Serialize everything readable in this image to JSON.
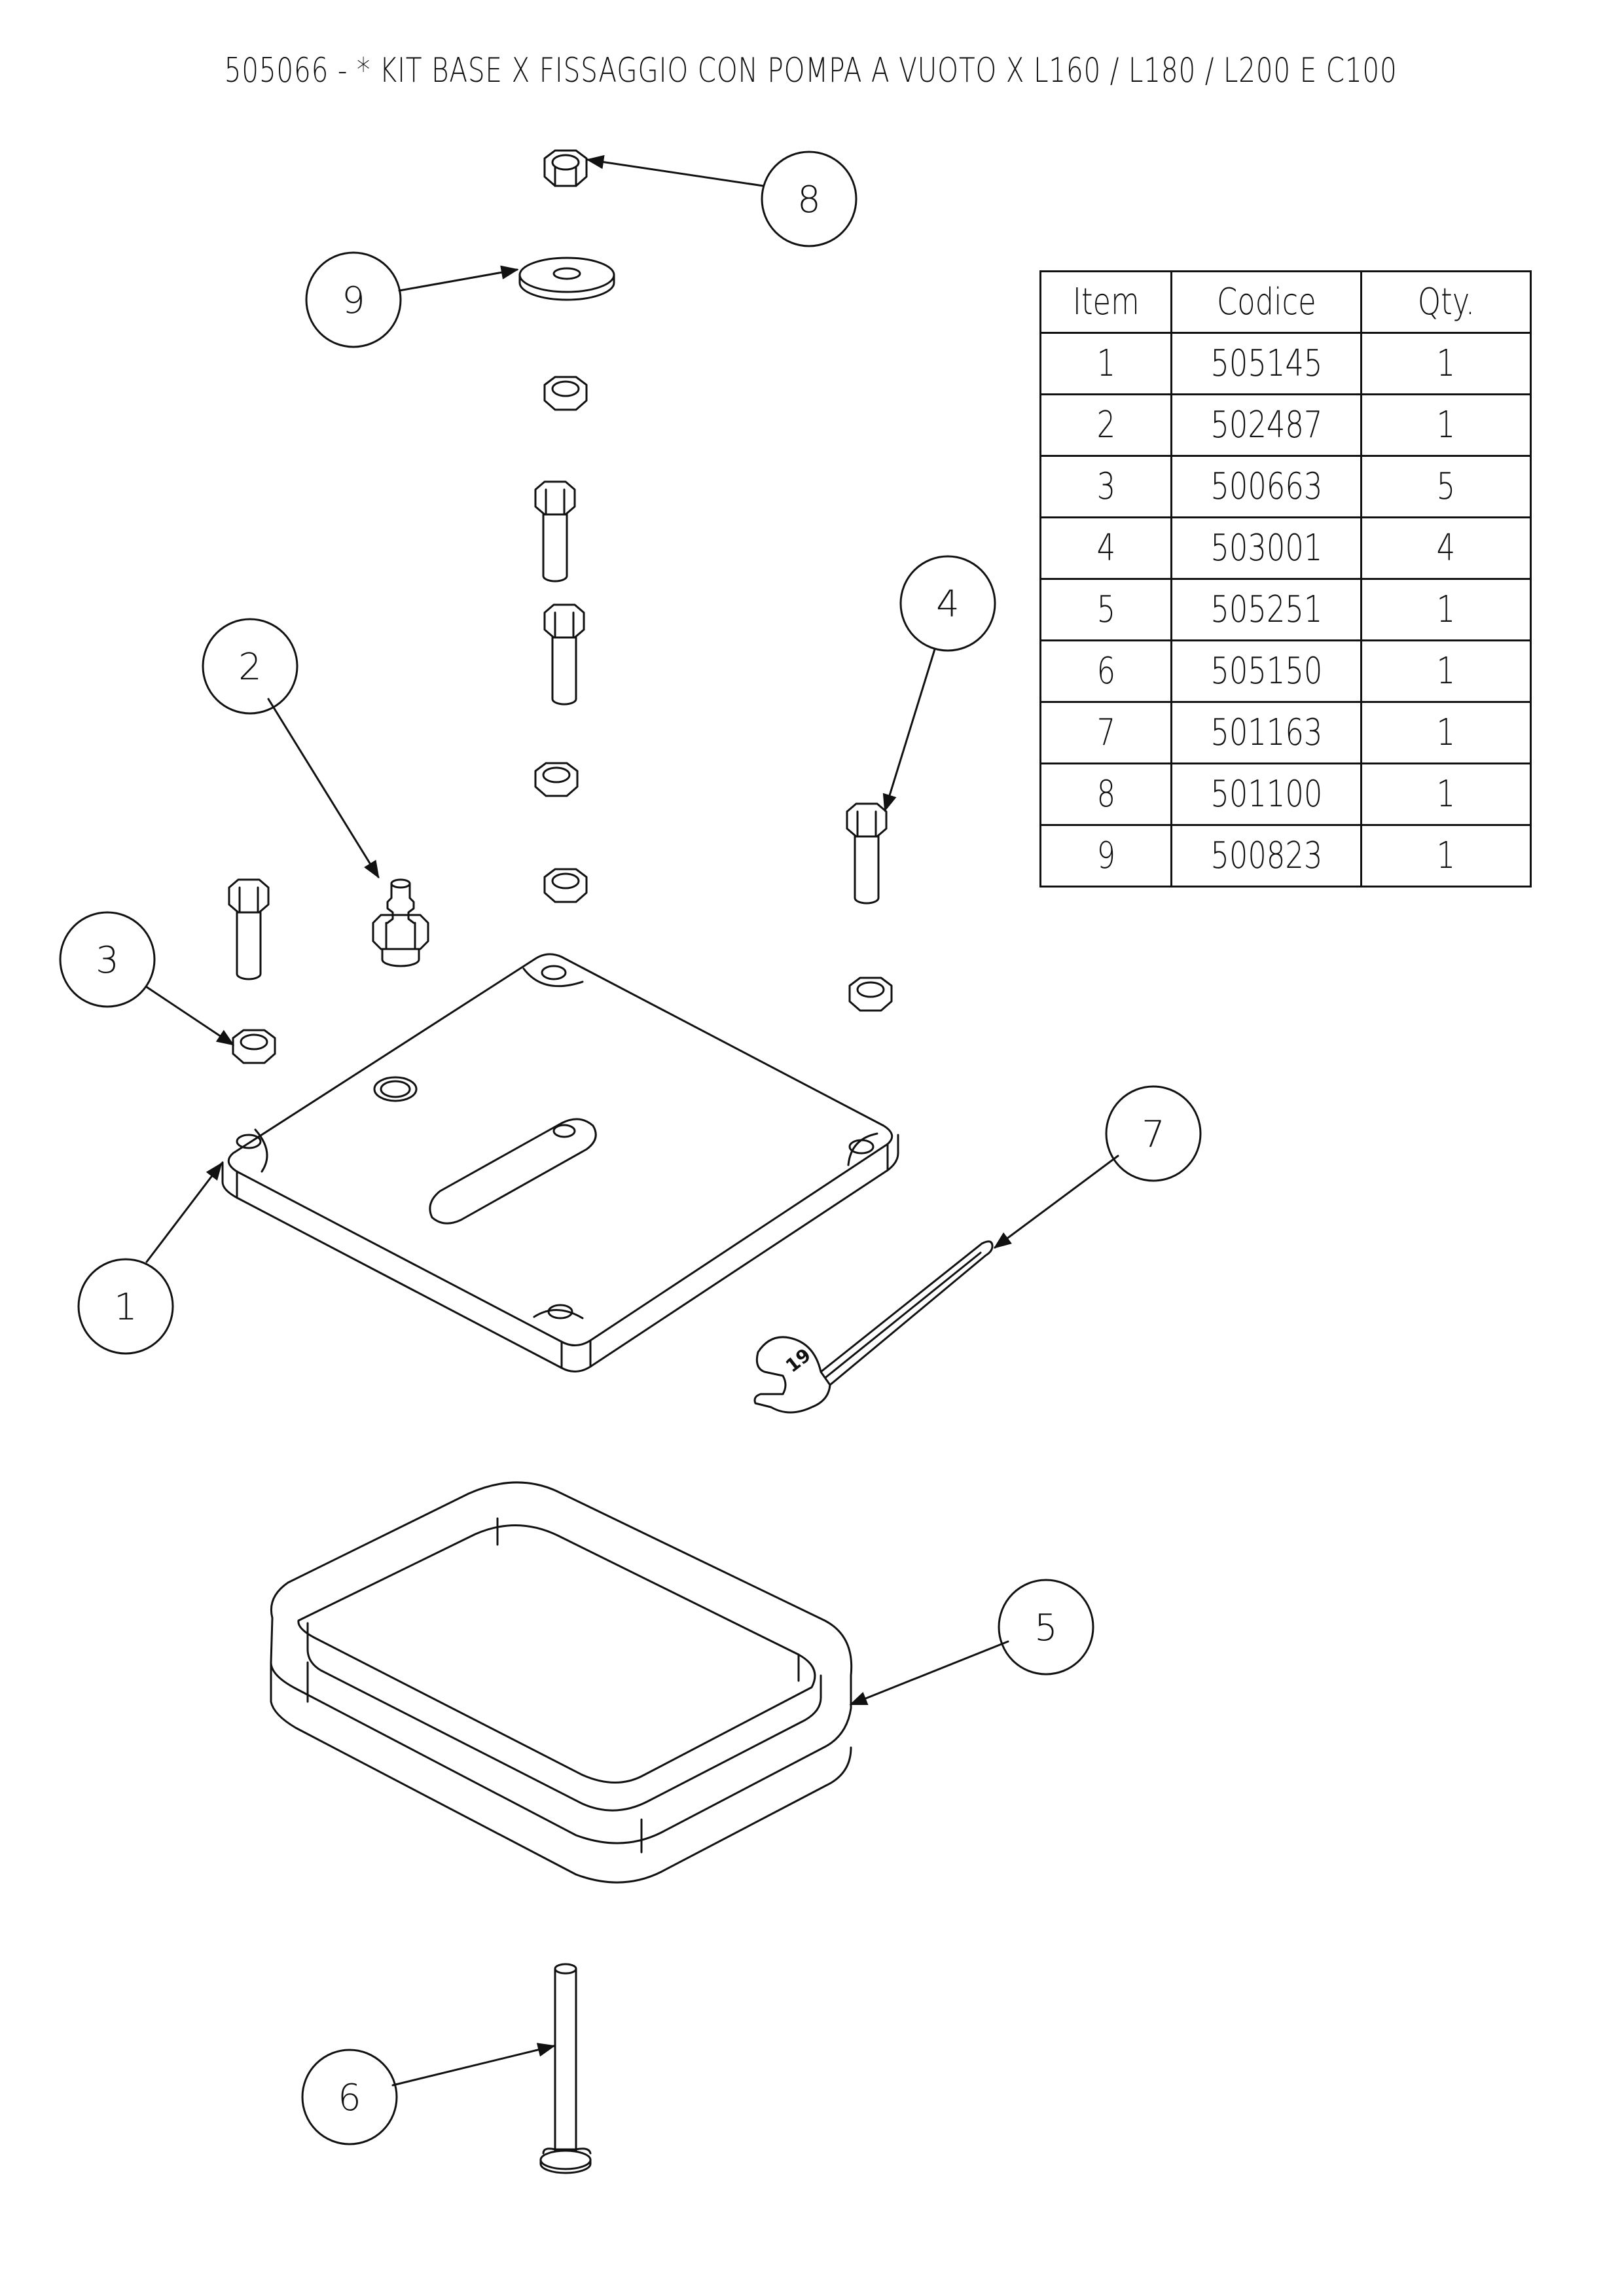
{
  "title": "505066 - * KIT BASE X FISSAGGIO CON POMPA A VUOTO X L160 / L180 / L200 E C100",
  "table": {
    "headers": [
      "Item",
      "Codice",
      "Qty."
    ],
    "rows": [
      [
        "1",
        "505145",
        "1"
      ],
      [
        "2",
        "502487",
        "1"
      ],
      [
        "3",
        "500663",
        "5"
      ],
      [
        "4",
        "503001",
        "4"
      ],
      [
        "5",
        "505251",
        "1"
      ],
      [
        "6",
        "505150",
        "1"
      ],
      [
        "7",
        "501163",
        "1"
      ],
      [
        "8",
        "501100",
        "1"
      ],
      [
        "9",
        "500823",
        "1"
      ]
    ]
  },
  "callouts": [
    "8",
    "9",
    "4",
    "2",
    "3",
    "1",
    "7",
    "5",
    "6"
  ],
  "wrench_marking": "19"
}
